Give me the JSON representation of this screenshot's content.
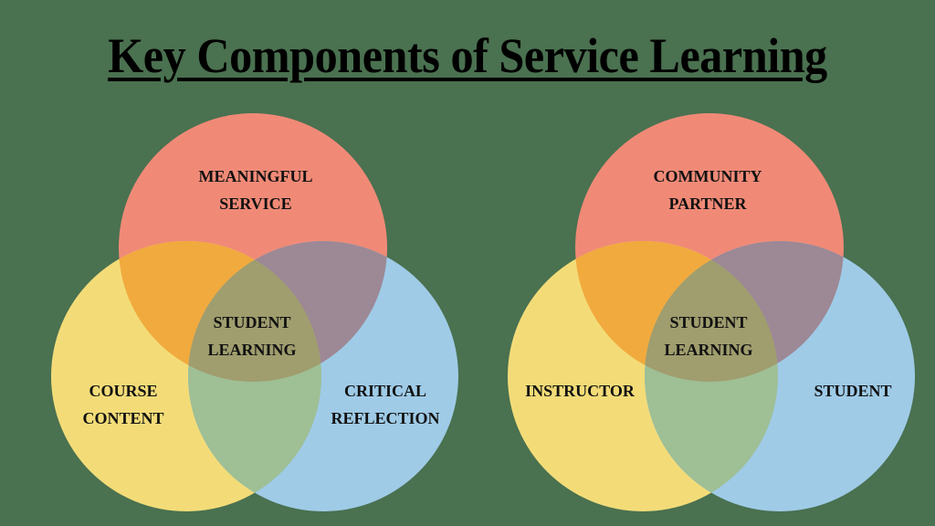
{
  "title": "Key Components of Service Learning",
  "colors": {
    "background": "#4a7150",
    "top_circle": "#f08a77",
    "left_circle": "#f3dc78",
    "right_circle": "#9fcbe7",
    "top_left_overlap": "#f1aa3e",
    "top_right_overlap": "#9d8895",
    "left_right_overlap": "#9fbf95",
    "center_overlap": "#a09d6e"
  },
  "diagrams": [
    {
      "top": {
        "line1": "MEANINGFUL",
        "line2": "SERVICE"
      },
      "left": {
        "line1": "COURSE",
        "line2": "CONTENT"
      },
      "right": {
        "line1": "CRITICAL",
        "line2": "REFLECTION"
      },
      "center": {
        "line1": "STUDENT",
        "line2": "LEARNING"
      }
    },
    {
      "top": {
        "line1": "COMMUNITY",
        "line2": "PARTNER"
      },
      "left": {
        "line1": "INSTRUCTOR"
      },
      "right": {
        "line1": "STUDENT"
      },
      "center": {
        "line1": "STUDENT",
        "line2": "LEARNING"
      }
    }
  ]
}
